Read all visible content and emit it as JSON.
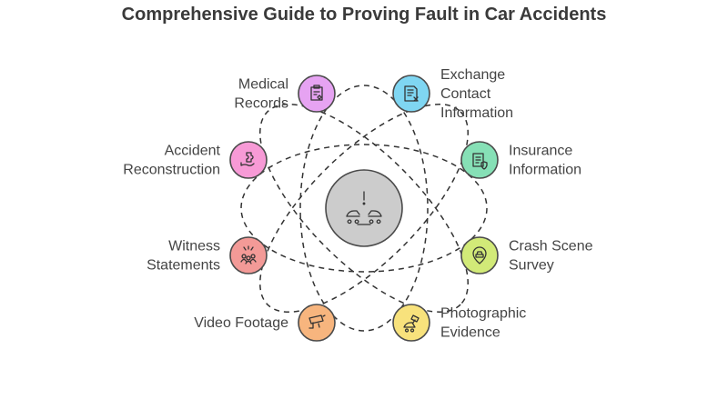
{
  "title": "Comprehensive Guide to Proving Fault in Car Accidents",
  "center": {
    "icon": "car-collision-icon",
    "color": "#cccccc"
  },
  "nodes": [
    {
      "id": "medical-records",
      "lines": [
        "Medical",
        "Records"
      ],
      "color": "#e6a3f2",
      "icon": "medical-clipboard-icon",
      "side": "left"
    },
    {
      "id": "exchange-contact",
      "lines": [
        "Exchange",
        "Contact",
        "Information"
      ],
      "color": "#7fd6f2",
      "icon": "contact-document-icon",
      "side": "right"
    },
    {
      "id": "accident-reconstruction",
      "lines": [
        "Accident",
        "Reconstruction"
      ],
      "color": "#f79ad6",
      "icon": "puzzle-hand-icon",
      "side": "left"
    },
    {
      "id": "insurance-information",
      "lines": [
        "Insurance",
        "Information"
      ],
      "color": "#86e0b6",
      "icon": "insurance-document-icon",
      "side": "right"
    },
    {
      "id": "witness-statements",
      "lines": [
        "Witness",
        "Statements"
      ],
      "color": "#f39a97",
      "icon": "witness-group-icon",
      "side": "left"
    },
    {
      "id": "crash-scene-survey",
      "lines": [
        "Crash Scene",
        "Survey"
      ],
      "color": "#d2ea78",
      "icon": "location-car-icon",
      "side": "right"
    },
    {
      "id": "video-footage",
      "lines": [
        "Video Footage"
      ],
      "color": "#f7b57e",
      "icon": "security-camera-icon",
      "side": "left"
    },
    {
      "id": "photographic-evidence",
      "lines": [
        "Photographic",
        "Evidence"
      ],
      "color": "#f8e27c",
      "icon": "camera-car-icon",
      "side": "right"
    }
  ]
}
